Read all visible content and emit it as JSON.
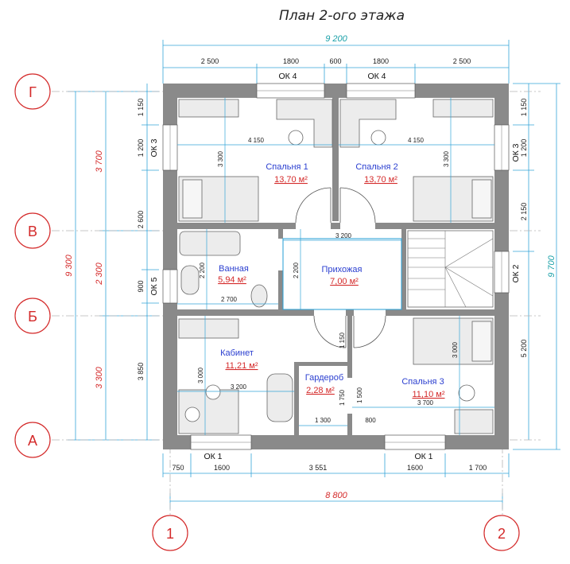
{
  "title": "План 2-ого этажа",
  "top_dims": {
    "total": "9 200",
    "segments": [
      "2 500",
      "1800",
      "600",
      "1800",
      "2 500"
    ]
  },
  "bottom_dims": {
    "segments": [
      "750",
      "1600",
      "3 551",
      "1600",
      "1 700"
    ],
    "total": "8 800"
  },
  "left_dims": {
    "total": "9 300",
    "major": [
      "3 700",
      "2 300",
      "3 300"
    ],
    "minor": [
      "1 150",
      "1 200",
      "2 600",
      "900",
      "3 850"
    ]
  },
  "right_dims": {
    "total": "9 700",
    "minor": [
      "1 150",
      "1 200",
      "2 150",
      "5 200"
    ]
  },
  "axes_rows": [
    "Г",
    "В",
    "Б",
    "А"
  ],
  "axes_cols": [
    "1",
    "2"
  ],
  "windows": {
    "top_left": "ОК 4",
    "top_right": "ОК 4",
    "left_upper": "ОК 3",
    "right_upper": "ОК 3",
    "left_mid": "ОК 5",
    "right_mid": "ОК 2",
    "bottom_left": "ОК 1",
    "bottom_right": "ОК 1"
  },
  "rooms": [
    {
      "name": "Спальня 1",
      "area": "13,70 м²"
    },
    {
      "name": "Спальня 2",
      "area": "13,70 м²"
    },
    {
      "name": "Ванная",
      "area": "5,94 м²"
    },
    {
      "name": "Прихожая",
      "area": "7,00 м²"
    },
    {
      "name": "Кабинет",
      "area": "11,21 м²"
    },
    {
      "name": "Гардероб",
      "area": "2,28 м²"
    },
    {
      "name": "Спальня 3",
      "area": "11,10 м²"
    }
  ],
  "inner_dims": {
    "sp1_w": "4 150",
    "sp1_h": "3 300",
    "sp2_w": "4 150",
    "sp2_h": "3 300",
    "bath_w": "2 700",
    "bath_h": "2 200",
    "hall_w": "3 200",
    "hall_h": "2 200",
    "cab_w": "3 200",
    "cab_h": "3 000",
    "gard_h1": "1 150",
    "gard_h2": "1 750",
    "gard_w": "1 300",
    "sp3_w": "3 700",
    "sp3_h": "3 000",
    "sp3_h2": "1 500",
    "sp3_w2": "800"
  }
}
